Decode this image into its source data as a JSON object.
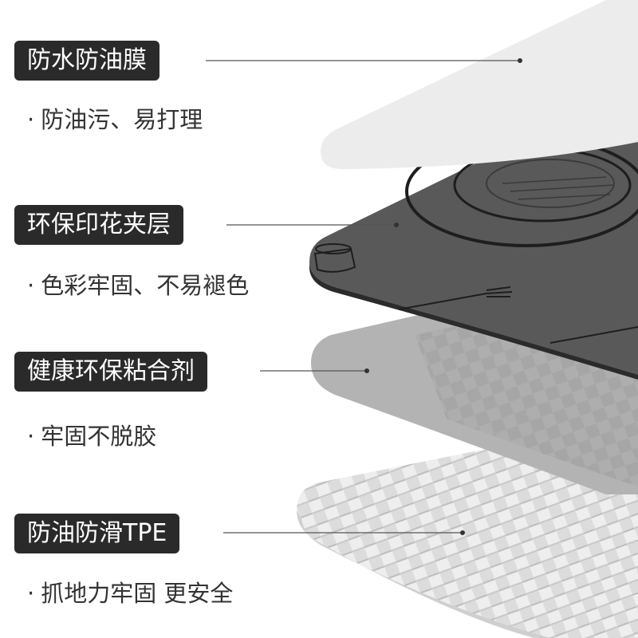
{
  "layers": [
    {
      "title": "防水防油膜",
      "desc": "防油污、易打理"
    },
    {
      "title": "环保印花夹层",
      "desc": "色彩牢固、不易褪色"
    },
    {
      "title": "健康环保粘合剂",
      "desc": "牢固不脱胶"
    },
    {
      "title": "防油防滑TPE",
      "desc": "抓地力牢固 更安全"
    }
  ],
  "bullet": "·",
  "colors": {
    "pill_bg": "#2a2a2a",
    "pill_text": "#ffffff",
    "film": "#ececec",
    "print_layer": "#5a5a5a",
    "adhesive": "#b8b8b8",
    "tpe": "#e4e4e4"
  }
}
